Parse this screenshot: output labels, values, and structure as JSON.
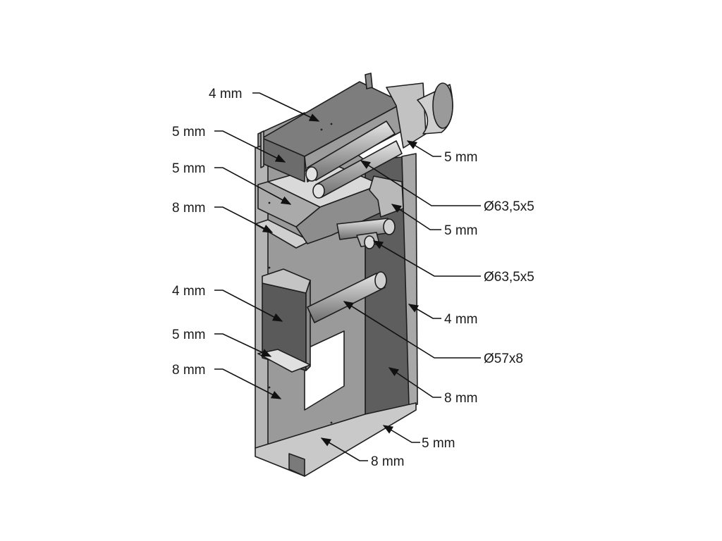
{
  "labels": {
    "l1": "4 mm",
    "l2": "5 mm",
    "l3": "5 mm",
    "l4": "8 mm",
    "l5": "4 mm",
    "l6": "5 mm",
    "l7": "8 mm",
    "r1": "5 mm",
    "r2": "Ø63,5x5",
    "r3": "5 mm",
    "r4": "Ø63,5x5",
    "r5": "4 mm",
    "r6": "Ø57x8",
    "r7": "8 mm",
    "r8": "5 mm",
    "r9": "8 mm"
  },
  "colors": {
    "dark": "#5e5e5e",
    "mid": "#8c8c8c",
    "light": "#bdbdbd",
    "pale": "#d8d8d8"
  }
}
